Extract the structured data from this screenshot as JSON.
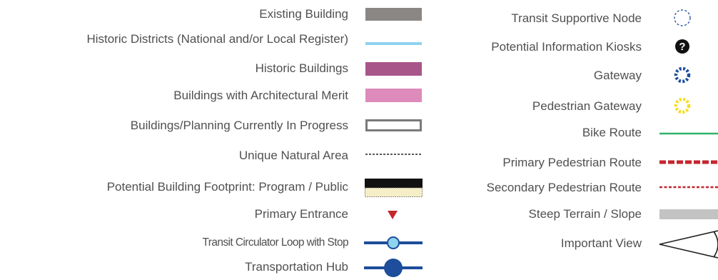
{
  "left_items": [
    {
      "label": "Existing Building",
      "symbol": "gray-rect-icon"
    },
    {
      "label": "Historic Districts (National and/or Local Register)",
      "symbol": "light-blue-line-icon"
    },
    {
      "label": "Historic Buildings",
      "symbol": "plum-rect-icon"
    },
    {
      "label": "Buildings with Architectural Merit",
      "symbol": "pink-rect-icon"
    },
    {
      "label": "Buildings/Planning Currently In Progress",
      "symbol": "outlined-rect-icon"
    },
    {
      "label": "Unique Natural Area",
      "symbol": "dotted-line-icon"
    },
    {
      "label": "Potential Building Footprint: Program / Public",
      "symbol": "black-cream-rect-icon"
    },
    {
      "label": "Primary Entrance",
      "symbol": "red-triangle-icon"
    },
    {
      "label": "Transit Circulator Loop with Stop",
      "symbol": "line-with-light-stop-icon"
    },
    {
      "label": "Transportation Hub",
      "symbol": "line-with-hub-icon"
    }
  ],
  "right_items": [
    {
      "label": "Transit Supportive Node",
      "symbol": "dashed-circle-icon"
    },
    {
      "label": "Potential Information Kiosks",
      "symbol": "question-circle-icon"
    },
    {
      "label": "Gateway",
      "symbol": "blue-dashed-ring-icon"
    },
    {
      "label": "Pedestrian Gateway",
      "symbol": "yellow-dashed-ring-icon"
    },
    {
      "label": "Bike Route",
      "symbol": "green-line-icon"
    },
    {
      "label": "Primary Pedestrian Route",
      "symbol": "red-dashed-line-icon"
    },
    {
      "label": "Secondary Pedestrian Route",
      "symbol": "red-dotted-line-icon"
    },
    {
      "label": "Steep Terrain / Slope",
      "symbol": "hatch-marks-icon"
    },
    {
      "label": "Important View",
      "symbol": "view-cone-icon"
    }
  ],
  "colors": {
    "existing_building": "#8a8784",
    "historic_district": "#8ed3ef",
    "historic_building": "#a8558a",
    "architectural_merit": "#dd8bbb",
    "transit_line": "#1d4d9b",
    "transit_stop": "#8ed3ef",
    "primary_entrance": "#c4262e",
    "gateway": "#1d4d9b",
    "pedestrian_gateway": "#f5dd1a",
    "bike_route": "#2fb36a",
    "pedestrian_route": "#c4262e",
    "text": "#505050"
  }
}
